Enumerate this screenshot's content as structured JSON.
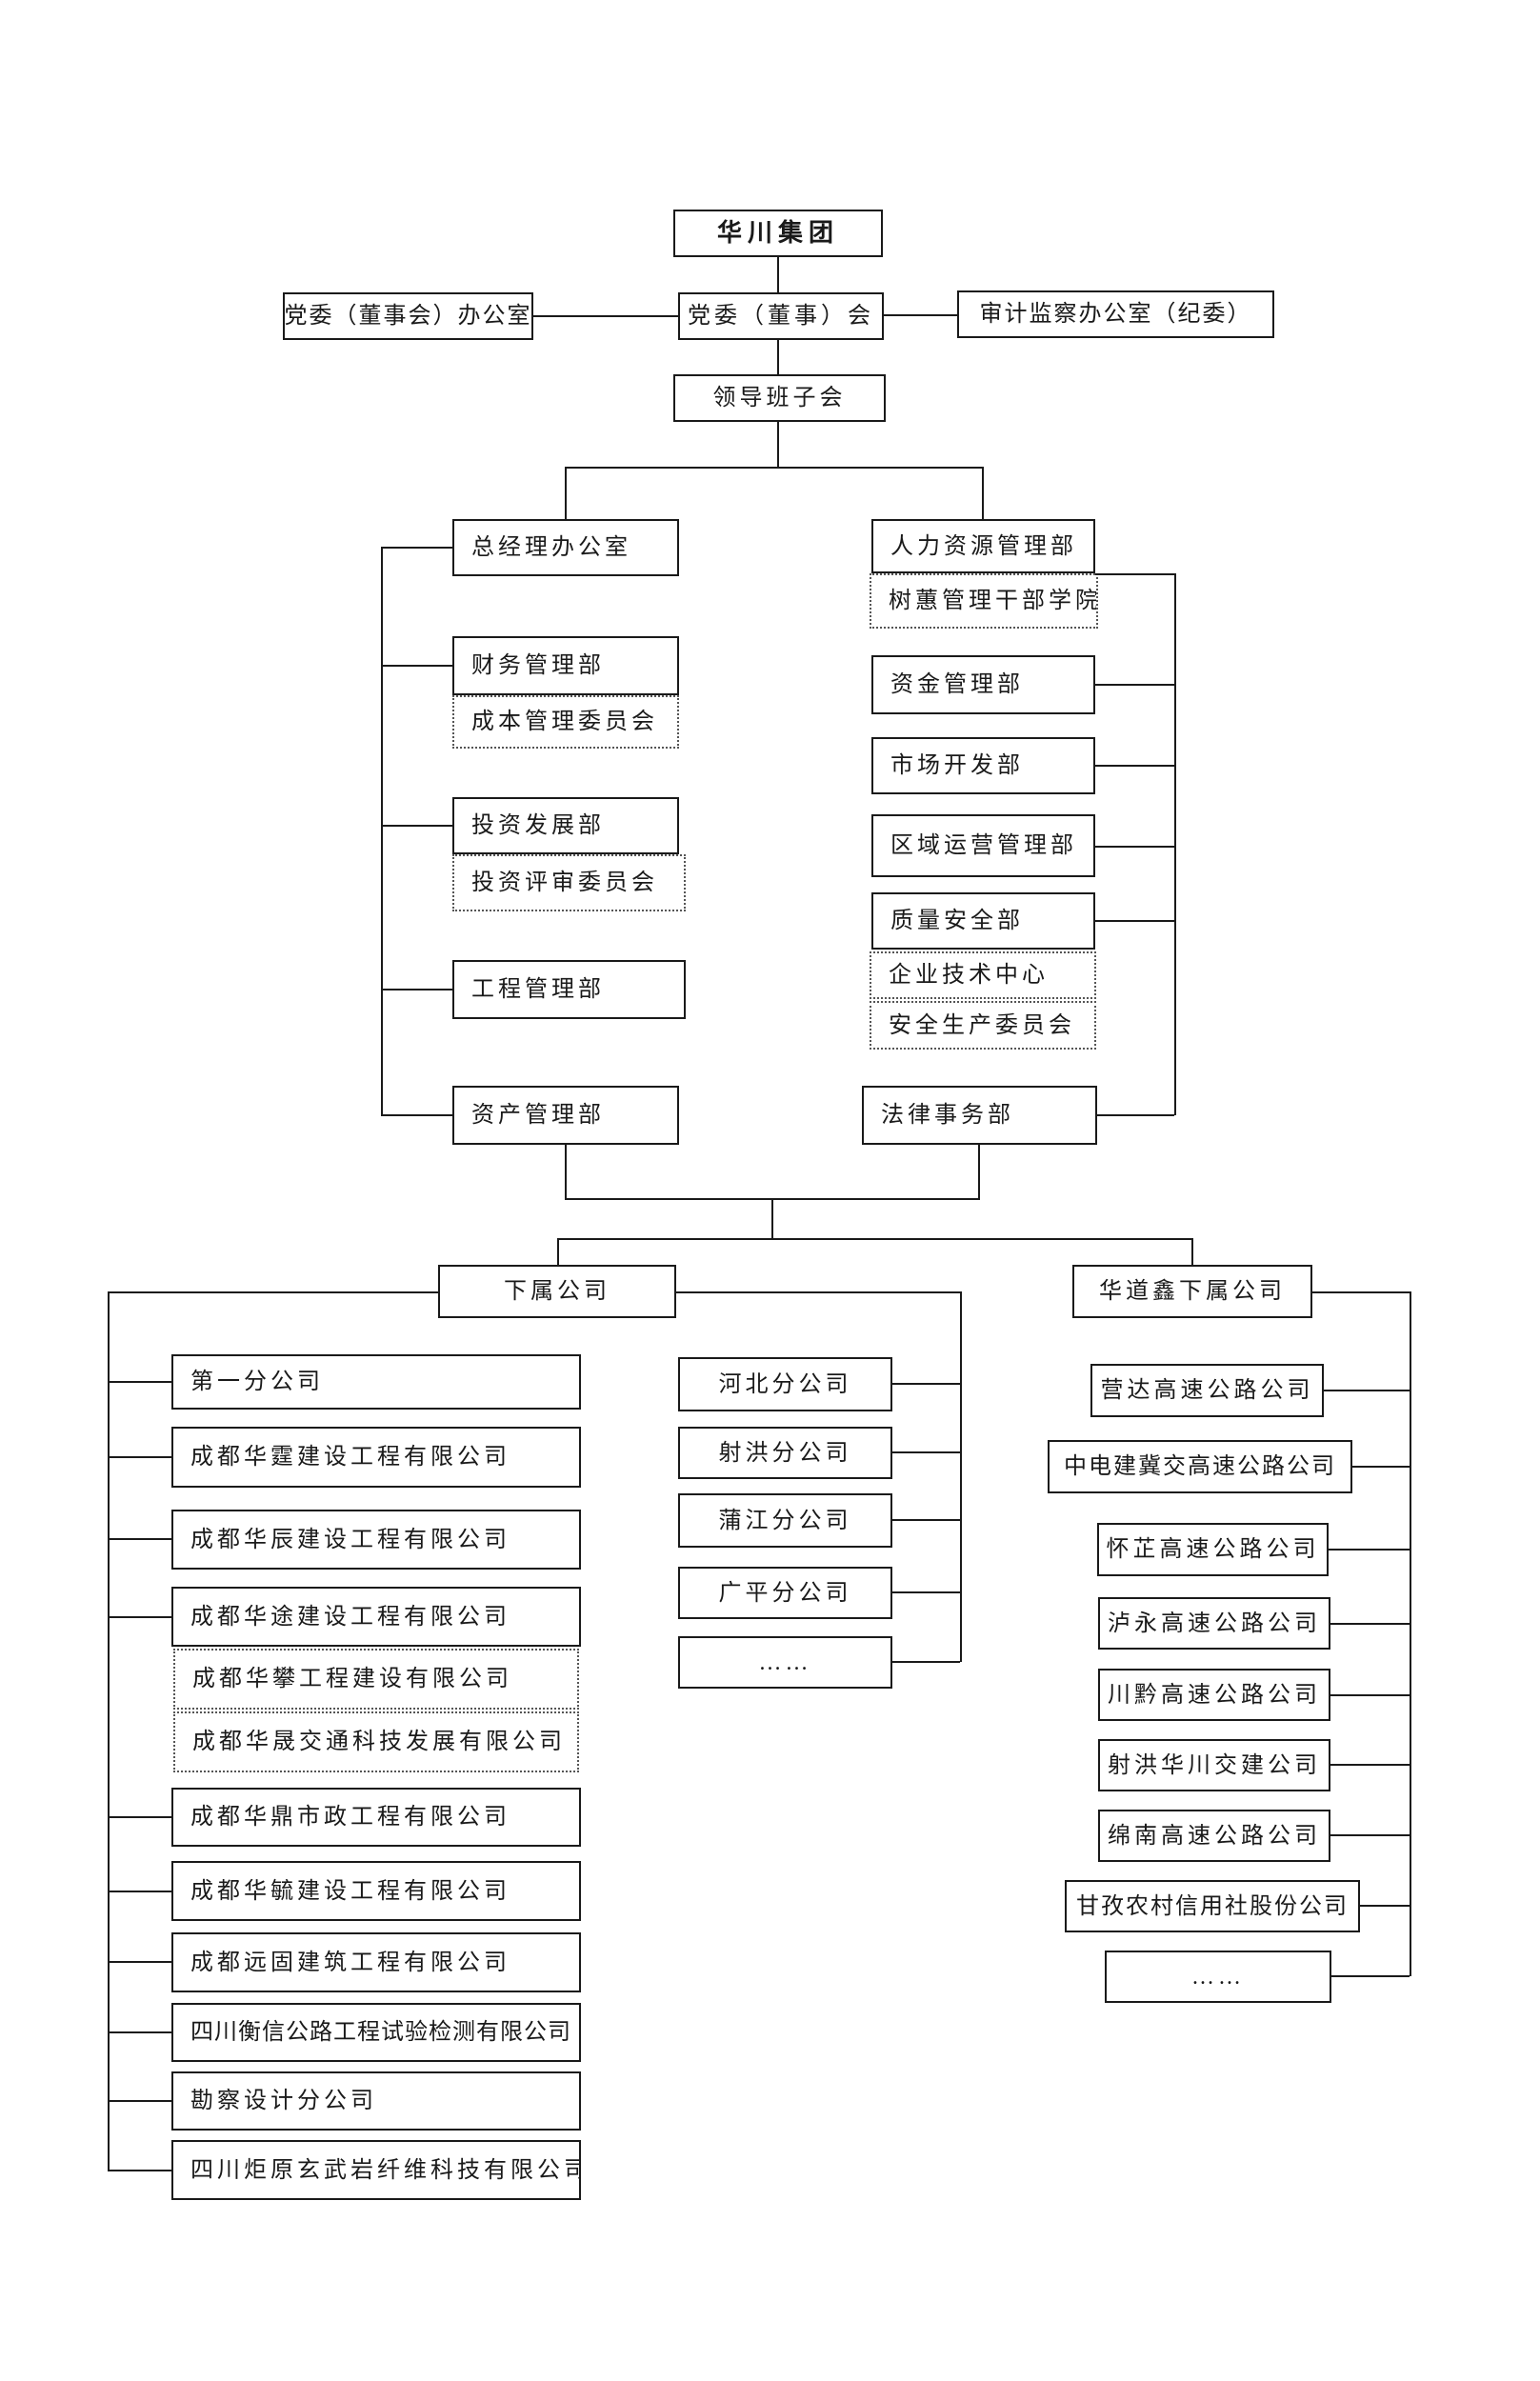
{
  "root": {
    "label": "华川集团"
  },
  "governance": {
    "party_office": "党委（董事会）办公室",
    "party_committee": "党委（董事）会",
    "audit_office": "审计监察办公室（纪委）",
    "leadership_team": "领导班子会"
  },
  "left_departments": {
    "gm_office": "总经理办公室",
    "finance": "财务管理部",
    "cost_committee": "成本管理委员会",
    "investment": "投资发展部",
    "investment_review": "投资评审委员会",
    "engineering": "工程管理部",
    "assets": "资产管理部"
  },
  "right_departments": {
    "hr": "人力资源管理部",
    "shuhui_academy": "树蕙管理干部学院",
    "funds": "资金管理部",
    "market": "市场开发部",
    "regional_ops": "区域运营管理部",
    "quality_safety": "质量安全部",
    "tech_center": "企业技术中心",
    "safety_committee": "安全生产委员会",
    "legal": "法律事务部"
  },
  "subsidiaries": {
    "header": "下属公司",
    "companies": [
      "第一分公司",
      "成都华霆建设工程有限公司",
      "成都华辰建设工程有限公司",
      "成都华途建设工程有限公司",
      "成都华攀工程建设有限公司",
      "成都华晟交通科技发展有限公司",
      "成都华鼎市政工程有限公司",
      "成都华毓建设工程有限公司",
      "成都远固建筑工程有限公司",
      "四川衡信公路工程试验检测有限公司",
      "勘察设计分公司",
      "四川炬原玄武岩纤维科技有限公司"
    ],
    "branches": [
      "河北分公司",
      "射洪分公司",
      "蒲江分公司",
      "广平分公司",
      "……"
    ]
  },
  "huadaoxin": {
    "header": "华道鑫下属公司",
    "companies": [
      "营达高速公路公司",
      "中电建冀交高速公路公司",
      "怀芷高速公路公司",
      "泸永高速公路公司",
      "川黔高速公路公司",
      "射洪华川交建公司",
      "绵南高速公路公司",
      "甘孜农村信用社股份公司",
      "……"
    ]
  }
}
